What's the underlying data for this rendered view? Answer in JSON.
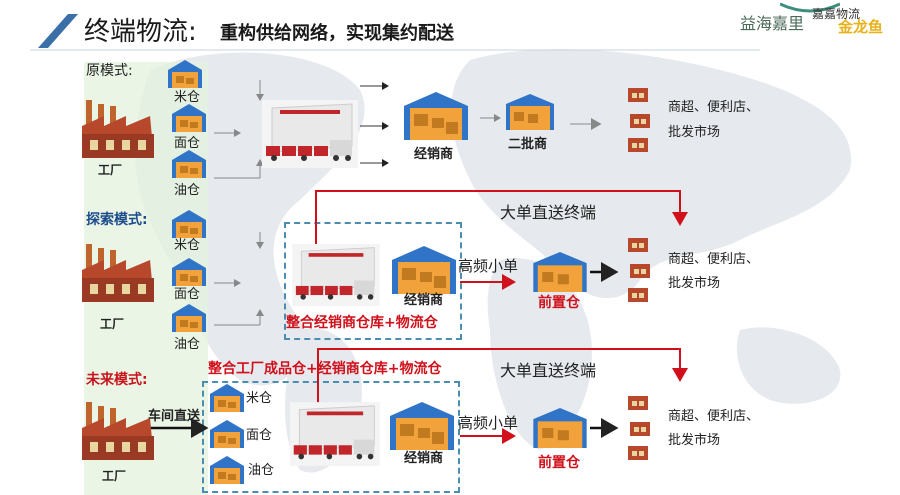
{
  "header": {
    "title": "终端物流:",
    "subtitle": "重构供给网络，实现集约配送",
    "logo_text_1": "益海嘉里",
    "logo_text_2": "金龙鱼",
    "logo_text_3": "嘉嘉物流"
  },
  "row1": {
    "mode": "原模式:",
    "factory": "工厂",
    "wh_rice": "米仓",
    "wh_flour": "面仓",
    "wh_oil": "油仓",
    "distributor": "经销商",
    "wholesaler": "二批商",
    "retail_line1": "商超、便利店、",
    "retail_line2": "批发市场"
  },
  "row2": {
    "mode": "探索模式:",
    "factory": "工厂",
    "wh_rice": "米仓",
    "wh_flour": "面仓",
    "wh_oil": "油仓",
    "distributor": "经销商",
    "box_caption": "整合经销商仓库+物流仓",
    "direct": "大单直送终端",
    "high_freq": "高频小单",
    "front_wh": "前置仓",
    "retail_line1": "商超、便利店、",
    "retail_line2": "批发市场"
  },
  "row3": {
    "mode": "未来模式:",
    "factory": "工厂",
    "workshop": "车间直送",
    "box_caption": "整合工厂成品仓+经销商仓库+物流仓",
    "wh_rice": "米仓",
    "wh_flour": "面仓",
    "wh_oil": "油仓",
    "distributor": "经销商",
    "direct": "大单直送终端",
    "high_freq": "高频小单",
    "front_wh": "前置仓",
    "retail_line1": "商超、便利店、",
    "retail_line2": "批发市场"
  },
  "colors": {
    "accent_red": "#d0101a",
    "mode_blue": "#1d4c8c",
    "warehouse_roof": "#2f74c7",
    "warehouse_wall": "#f2a23a",
    "band_green": "#e3f1dc",
    "dash_blue": "#4a8db0"
  }
}
